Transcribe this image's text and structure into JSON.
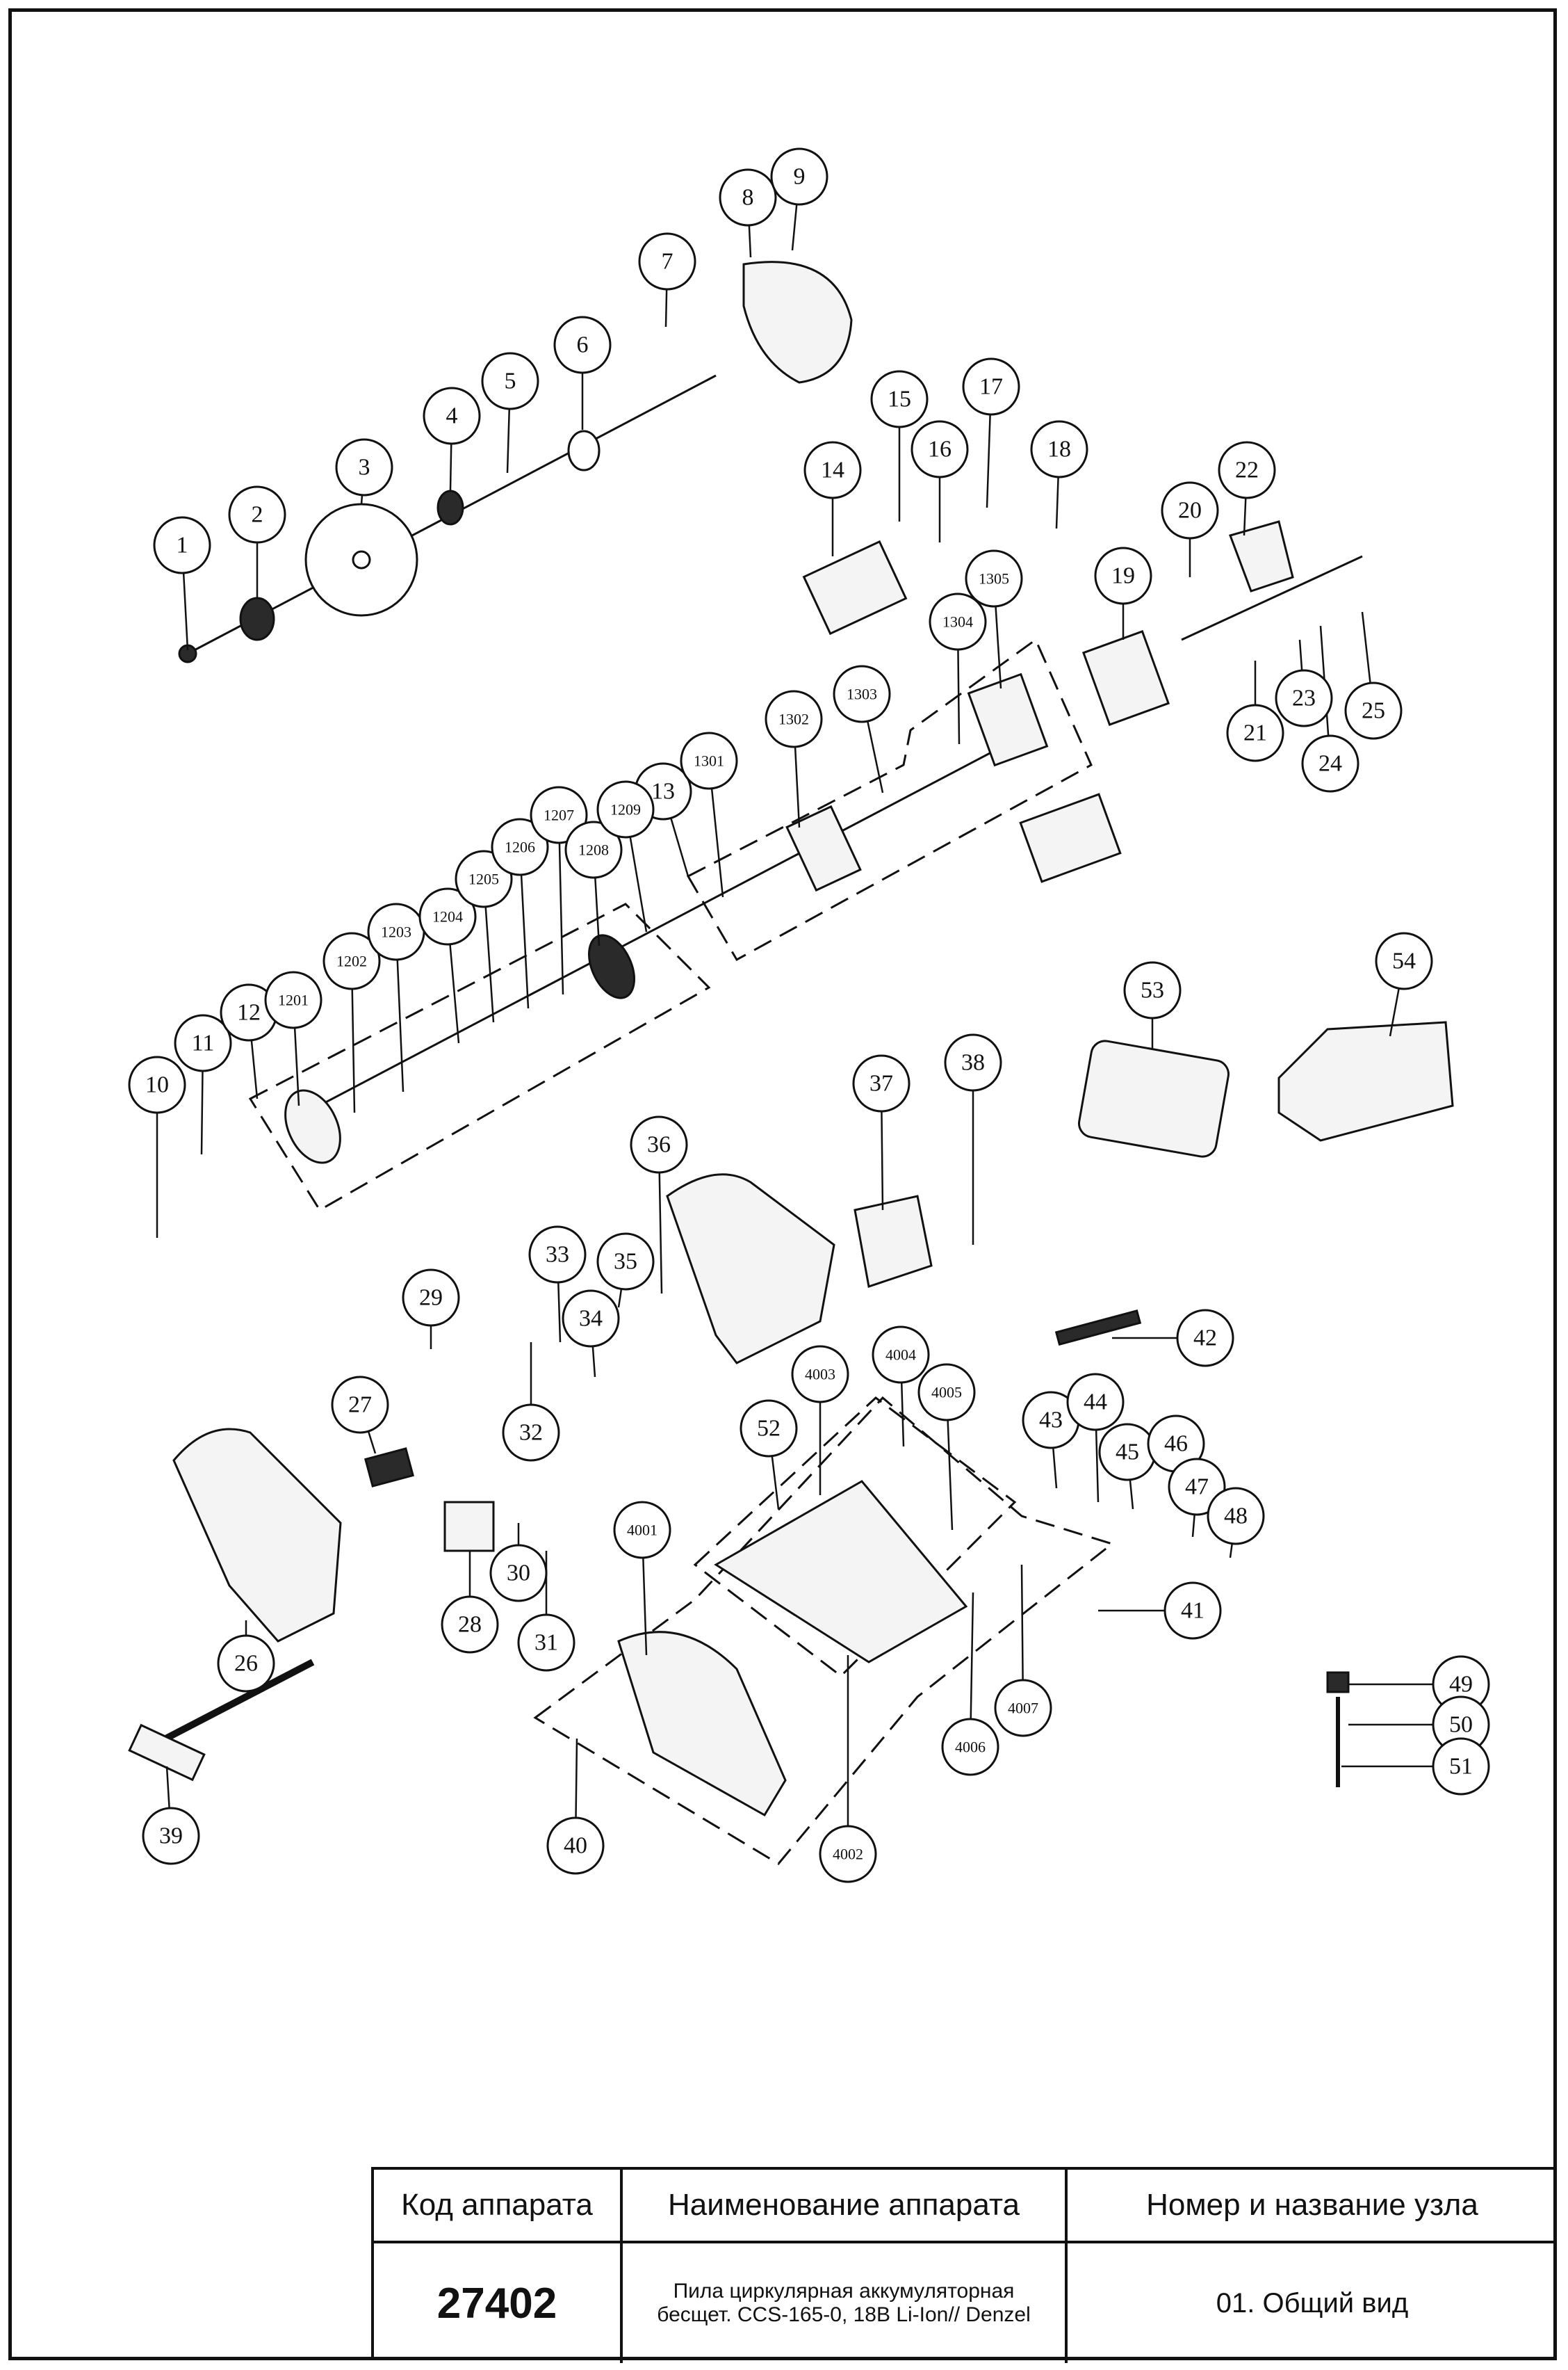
{
  "title_block": {
    "header_code": "Код аппарата",
    "header_name": "Наименование аппарата",
    "header_unit": "Номер и название узла",
    "code": "27402",
    "device_name": "Пила циркулярная аккумуляторная бесщет. CCS-165-0, 18В Li-Ion// Denzel",
    "unit": "01. Общий вид"
  },
  "callouts": [
    "1",
    "2",
    "3",
    "4",
    "5",
    "6",
    "7",
    "8",
    "9",
    "10",
    "11",
    "12",
    "13",
    "14",
    "15",
    "16",
    "17",
    "18",
    "19",
    "20",
    "21",
    "22",
    "23",
    "24",
    "25",
    "26",
    "27",
    "28",
    "29",
    "30",
    "31",
    "32",
    "33",
    "34",
    "35",
    "36",
    "37",
    "38",
    "39",
    "40",
    "41",
    "42",
    "43",
    "44",
    "45",
    "46",
    "47",
    "48",
    "49",
    "50",
    "51",
    "52",
    "53",
    "54",
    "1201",
    "1202",
    "1203",
    "1204",
    "1205",
    "1206",
    "1207",
    "1208",
    "1209",
    "1301",
    "1302",
    "1303",
    "1304",
    "1305",
    "4001",
    "4002",
    "4003",
    "4004",
    "4005",
    "4006",
    "4007"
  ],
  "colors": {
    "line": "#111111",
    "part_fill": "#f4f4f4",
    "part_dark": "#2a2a2a"
  }
}
